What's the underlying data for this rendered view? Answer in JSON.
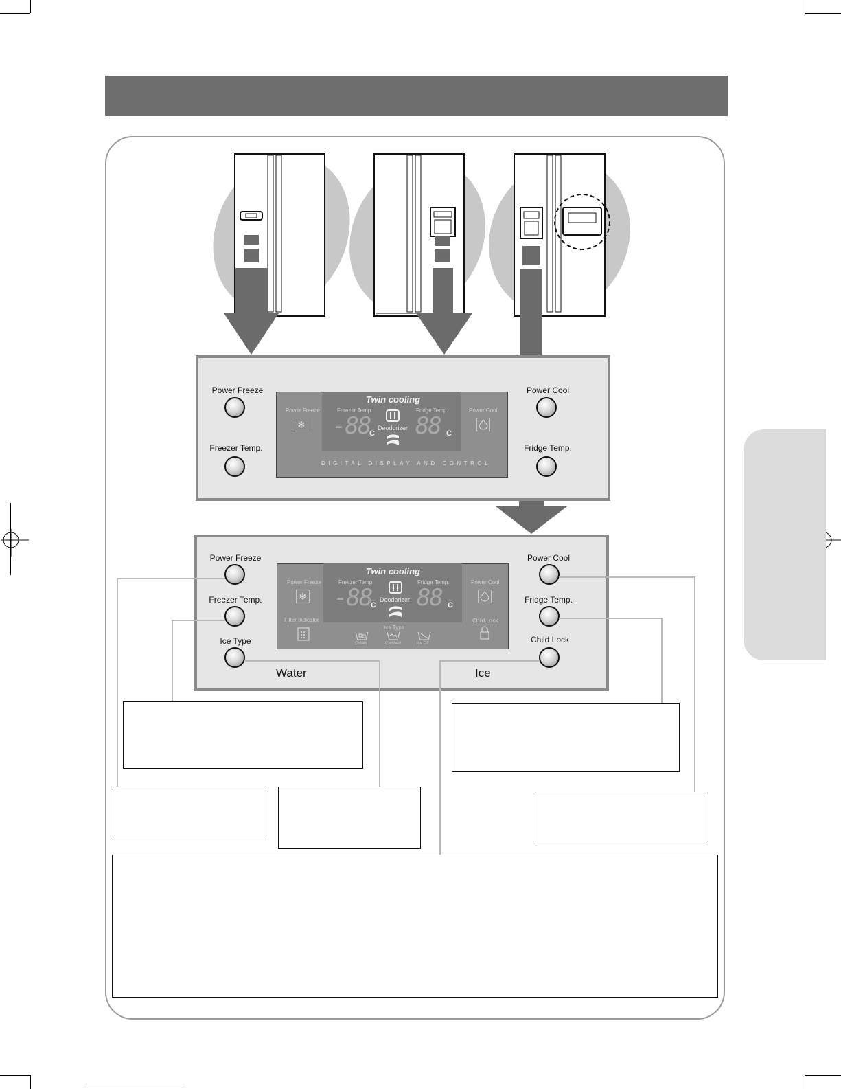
{
  "panel_basic": {
    "power_freeze": "Power Freeze",
    "freezer_temp": "Freezer Temp.",
    "power_cool": "Power Cool",
    "fridge_temp": "Fridge Temp.",
    "display": {
      "title": "Twin cooling",
      "power_freeze": "Power Freeze",
      "freezer_temp": "Freezer Temp.",
      "fridge_temp": "Fridge Temp.",
      "power_cool": "Power Cool",
      "deodorizer": "Deodorizer",
      "freezer_digits": "-88",
      "fridge_digits": "88",
      "unit": "C",
      "caption": "DIGITAL DISPLAY AND CONTROL"
    }
  },
  "panel_full": {
    "power_freeze": "Power Freeze",
    "freezer_temp": "Freezer Temp.",
    "ice_type": "Ice Type",
    "power_cool": "Power Cool",
    "fridge_temp": "Fridge Temp.",
    "child_lock": "Child Lock",
    "water": "Water",
    "ice": "Ice",
    "display": {
      "title": "Twin cooling",
      "power_freeze": "Power Freeze",
      "freezer_temp": "Freezer Temp.",
      "fridge_temp": "Fridge Temp.",
      "power_cool": "Power Cool",
      "deodorizer": "Deodorizer",
      "freezer_digits": "-88",
      "fridge_digits": "88",
      "unit": "C",
      "filter_indicator": "Filter Indicator",
      "child_lock": "Child Lock",
      "ice_type": "Ice Type",
      "cubed": "Cubed",
      "crushed": "Crushed",
      "ice_off": "Ice Off"
    }
  },
  "colors": {
    "header": "#6e6e6e",
    "panel_bg": "#e6e6e6",
    "lcd": "#8f8f8f",
    "arrow": "#6b6b6b",
    "leader": "#b9b9b9"
  }
}
